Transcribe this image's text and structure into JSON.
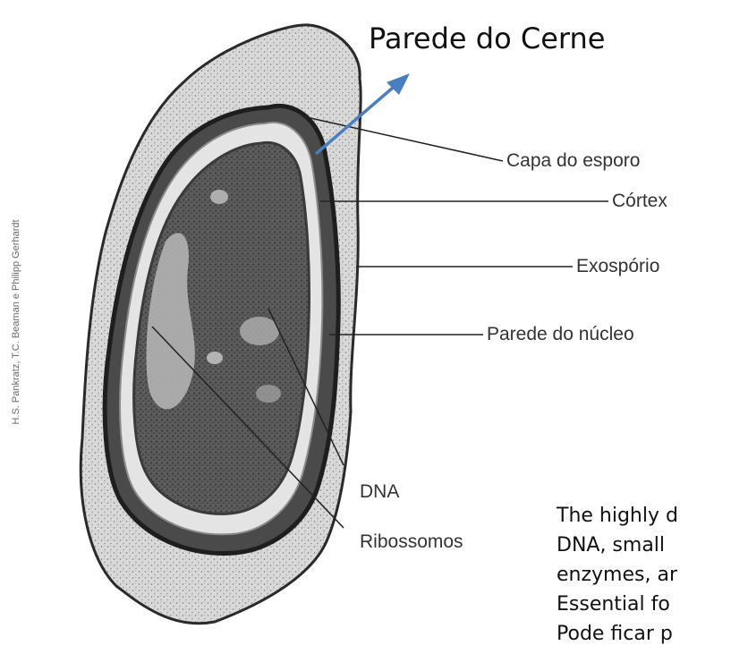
{
  "credit": "H.S. Pankratz, T.C. Beaman e Philipp Gerhardt",
  "headline": "Parede do Cerne",
  "labels": {
    "capa": "Capa do esporo",
    "cortex": "Córtex",
    "exosporio": "Exospório",
    "parede_nucleo": "Parede do núcleo",
    "dna": "DNA",
    "ribossomos": "Ribossomos"
  },
  "caption_lines": [
    "The highly d",
    "DNA, small",
    "enzymes, ar",
    "Essential fo",
    "Pode ficar p"
  ],
  "colors": {
    "arrow": "#4a7fbf"
  }
}
